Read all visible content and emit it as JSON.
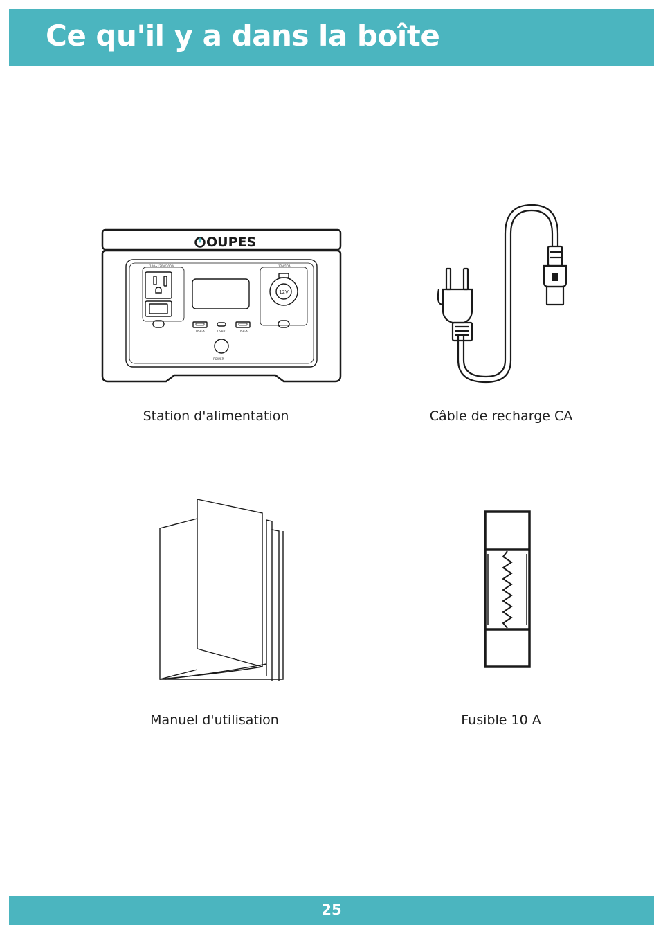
{
  "header": {
    "title": "Ce qu'il y a dans la boîte"
  },
  "items": [
    {
      "caption": "Station d'alimentation",
      "brand": "OUPES",
      "labels": {
        "ac": "100~120V/300W",
        "car": "12V/10A",
        "car_socket": "12V",
        "usb_a_left": "USB-A",
        "usb_c": "USB-C",
        "usb_a_right": "USB-A",
        "power": "POWER"
      }
    },
    {
      "caption": "Câble de recharge CA"
    },
    {
      "caption": "Manuel d'utilisation"
    },
    {
      "caption": "Fusible 10 A"
    }
  ],
  "footer": {
    "page_number": "25"
  },
  "colors": {
    "accent": "#4bb5bf",
    "line": "#1a1a1a"
  }
}
